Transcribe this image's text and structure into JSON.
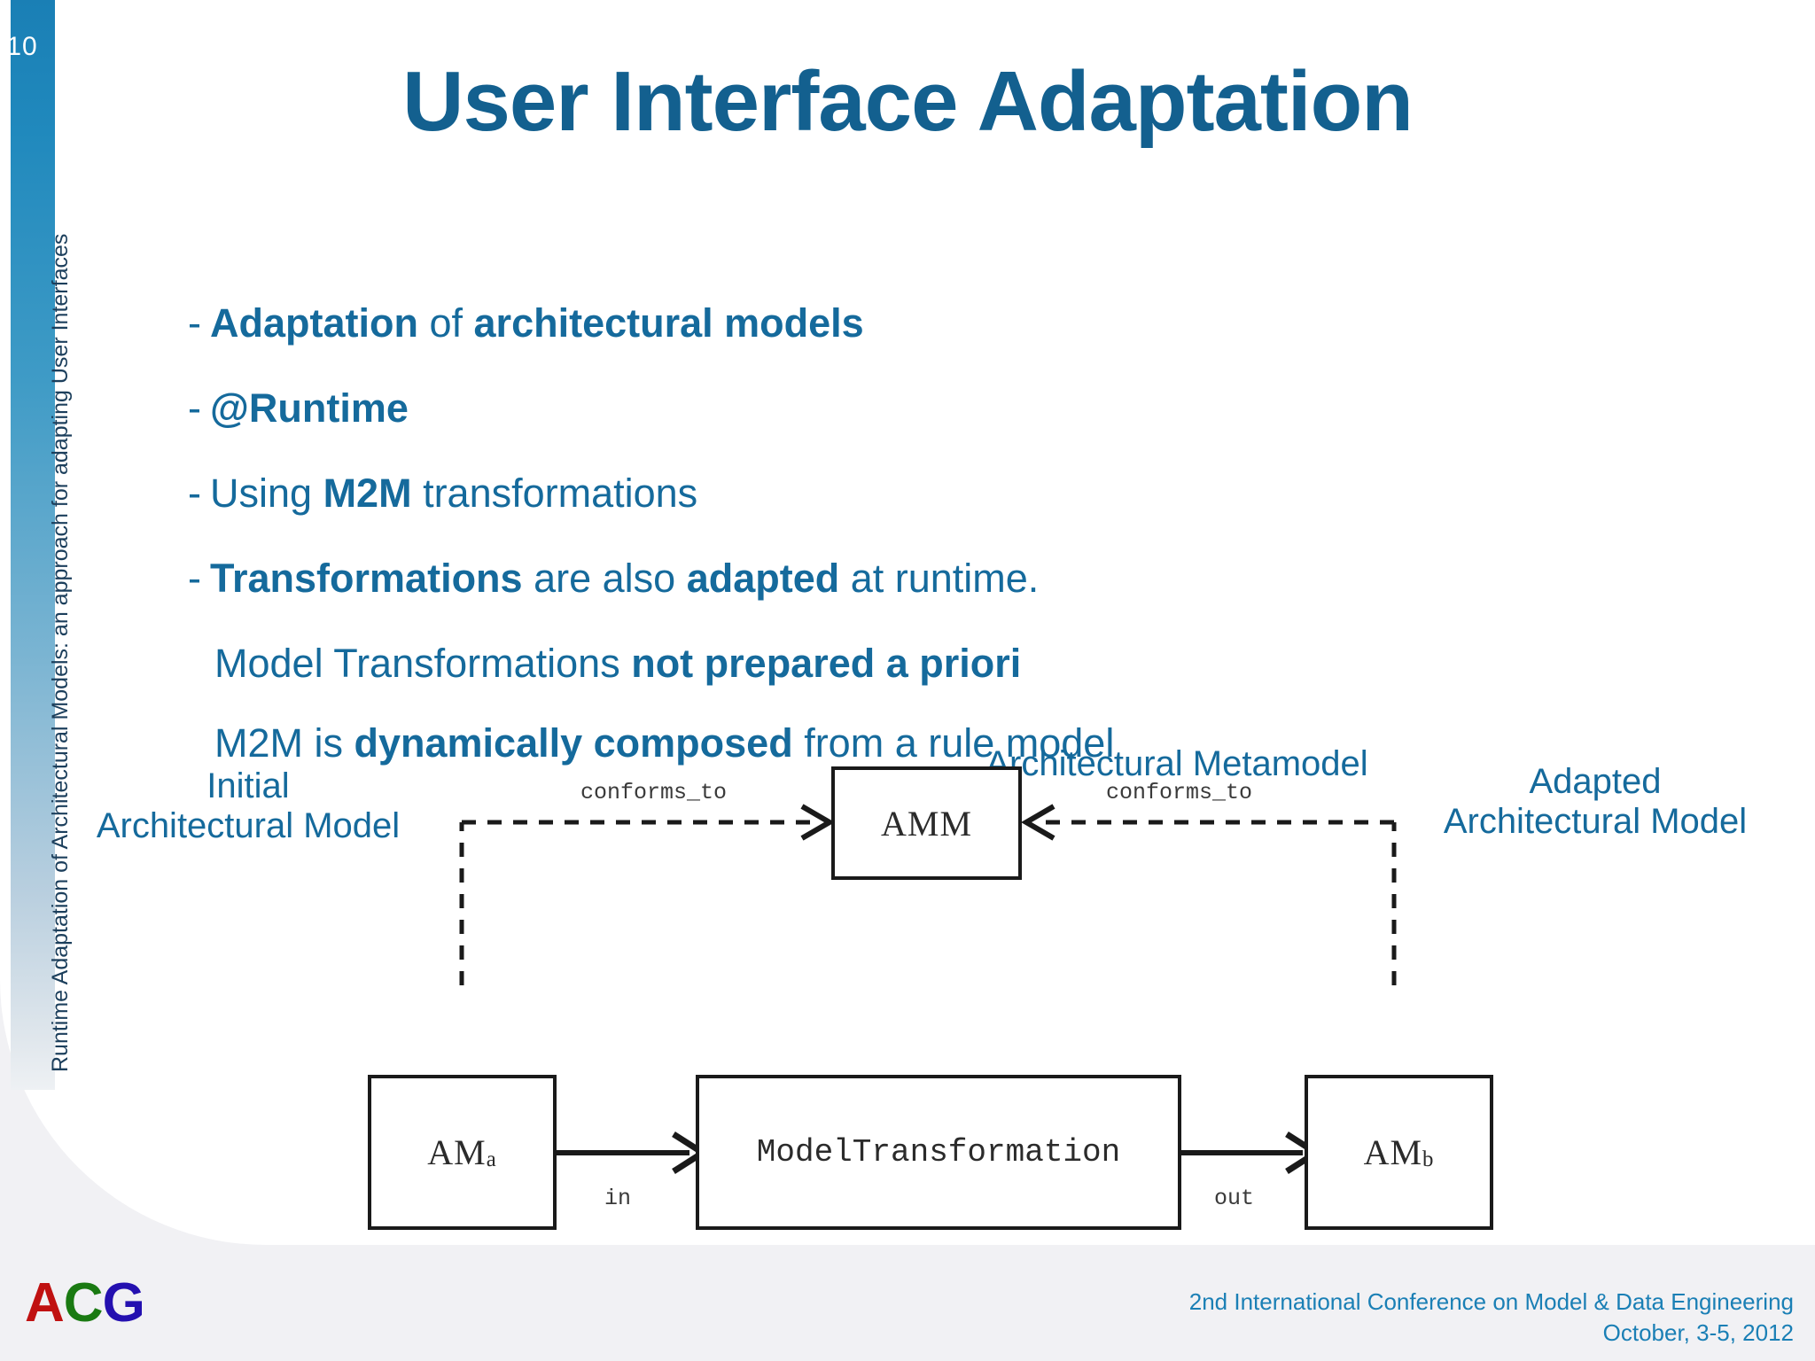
{
  "slide": {
    "page_number": "10",
    "sidebar_text": "Runtime Adaptation of Architectural Models: an approach for adapting User Interfaces",
    "title": "User Interface Adaptation"
  },
  "bullets": [
    {
      "dash": "-",
      "parts": [
        {
          "text": "Adaptation",
          "bold": true
        },
        {
          "text": " of ",
          "bold": false
        },
        {
          "text": "architectural models",
          "bold": true
        }
      ]
    },
    {
      "dash": "-",
      "parts": [
        {
          "text": "@Runtime",
          "bold": true
        }
      ]
    },
    {
      "dash": "-",
      "parts": [
        {
          "text": "Using ",
          "bold": false
        },
        {
          "text": "M2M",
          "bold": true
        },
        {
          "text": " transformations",
          "bold": false
        }
      ]
    },
    {
      "dash": "-",
      "parts": [
        {
          "text": "Transformations",
          "bold": true
        },
        {
          "text": " are also ",
          "bold": false
        },
        {
          "text": "adapted",
          "bold": true
        },
        {
          "text": " at runtime.",
          "bold": false
        }
      ]
    }
  ],
  "sub_lines": [
    {
      "parts": [
        {
          "text": "Model Transformations ",
          "bold": false
        },
        {
          "text": "not prepared a priori",
          "bold": true
        }
      ]
    },
    {
      "parts": [
        {
          "text": "M2M is ",
          "bold": false
        },
        {
          "text": "dynamically composed",
          "bold": true
        },
        {
          "text": " from a rule model",
          "bold": false
        }
      ]
    }
  ],
  "diagram": {
    "labels": {
      "metamodel": "Architectural Metamodel",
      "initial_line1": "Initial",
      "initial_line2": "Architectural Model",
      "adapted_line1": "Adapted",
      "adapted_line2": "Architectural Model"
    },
    "boxes": {
      "amm": "AMM",
      "am_a_base": "AM",
      "am_a_sub": "a",
      "model_transformation": "ModelTransformation",
      "am_b_base": "AM",
      "am_b_sub": "b"
    },
    "edges": {
      "conforms_left": "conforms_to",
      "conforms_right": "conforms_to",
      "in": "in",
      "out": "out"
    }
  },
  "footer": {
    "logo_a": "A",
    "logo_c": "C",
    "logo_g": "G",
    "conference": "2nd International Conference on Model & Data Engineering",
    "date": "October, 3-5, 2012"
  },
  "colors": {
    "title_blue": "#13608f",
    "body_blue": "#156a9c",
    "accent_blue": "#1a7fb5",
    "logo_red": "#c01111",
    "logo_green": "#1a7a12",
    "logo_blue": "#2410b0"
  }
}
